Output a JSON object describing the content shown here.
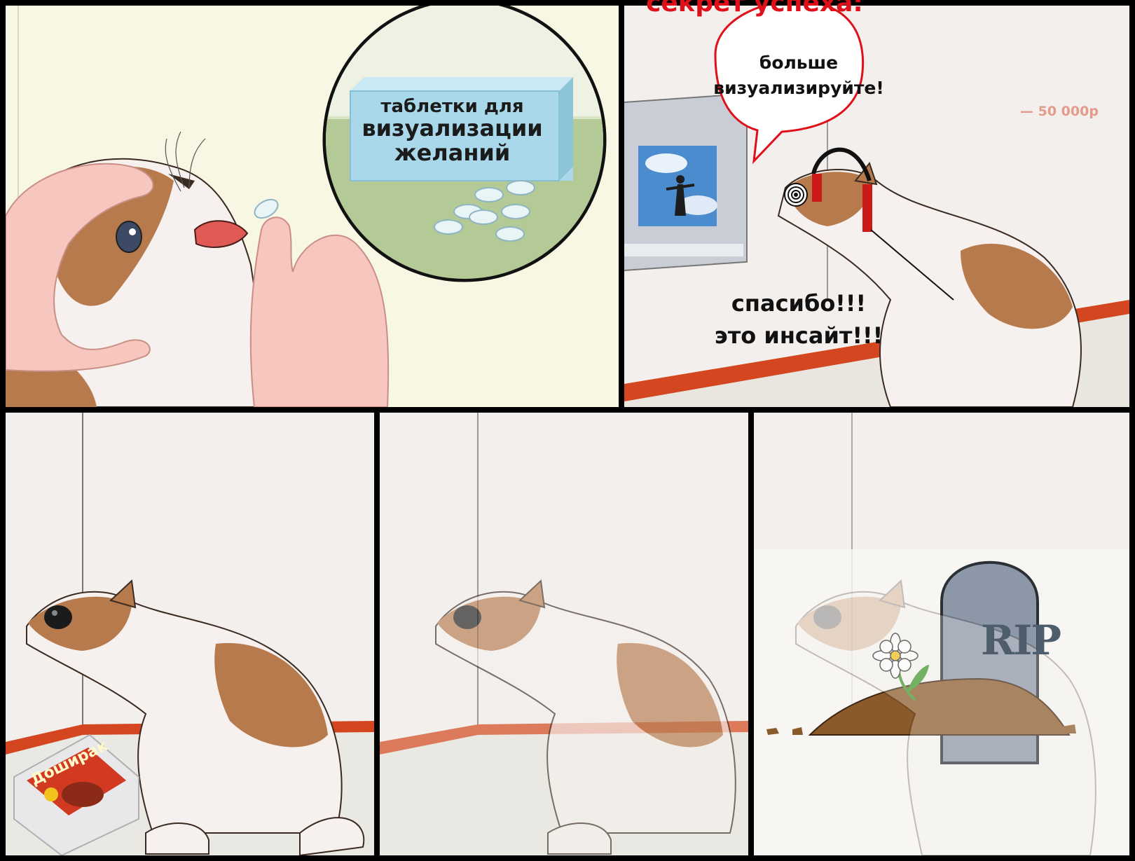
{
  "panel1": {
    "pillbox_line1": "таблетки для",
    "pillbox_line2": "визуализации",
    "pillbox_line3": "желаний"
  },
  "panel2": {
    "title": "секрет успеха:",
    "bubble_line1": "больше",
    "bubble_line2": "визуализируйте!",
    "price": "— 50 000р",
    "thanks_line1": "спасибо!!!",
    "thanks_line2": "это инсайт!!!"
  },
  "panel3": {
    "noodle_brand": "Доширак"
  },
  "panel5": {
    "tombstone_text": "RIP"
  },
  "colors": {
    "frame": "#000000",
    "title_red": "#e0101a",
    "baseboard": "#d4461f",
    "cat_brown": "#b77a4d",
    "wall": "#f3efec",
    "panel1_bg": "#f8f7e4",
    "pill_box": "#a9d8ea"
  }
}
